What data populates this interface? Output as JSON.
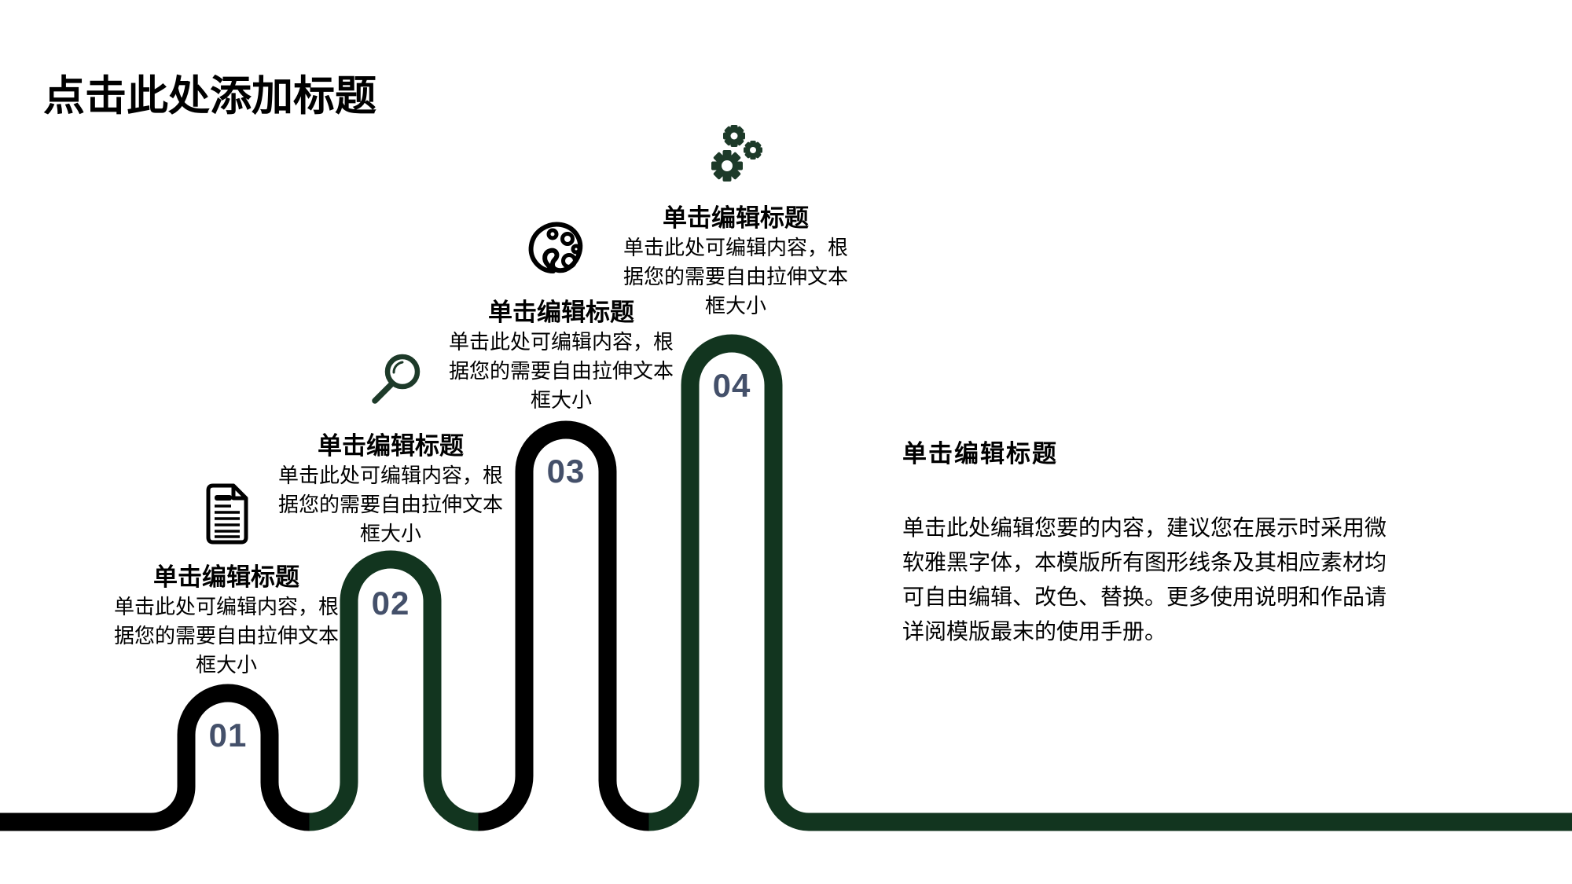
{
  "slide_title": "点击此处添加标题",
  "steps": [
    {
      "number": "01",
      "title": "单击编辑标题",
      "body": "单击此处可编辑内容，根\n据您的需要自由拉伸文本\n框大小",
      "icon": "document-icon"
    },
    {
      "number": "02",
      "title": "单击编辑标题",
      "body": "单击此处可编辑内容，根\n据您的需要自由拉伸文本\n框大小",
      "icon": "magnifier-icon"
    },
    {
      "number": "03",
      "title": "单击编辑标题",
      "body": "单击此处可编辑内容，根\n据您的需要自由拉伸文本\n框大小",
      "icon": "palette-icon"
    },
    {
      "number": "04",
      "title": "单击编辑标题",
      "body": "单击此处可编辑内容，根\n据您的需要自由拉伸文本\n框大小",
      "icon": "gears-icon"
    }
  ],
  "side_panel": {
    "title": "单击编辑标题",
    "body": "单击此处编辑您要的内容，建议您在展示时采用微\n软雅黑字体，本模版所有图形线条及其相应素材均\n可自由编辑、改色、替换。更多使用说明和作品请\n详阅模版最末的使用手册。"
  },
  "colors": {
    "path_black": "#000000",
    "path_green": "#12351f",
    "number_slate": "#44506a",
    "icon_green": "#1d3a29",
    "text": "#000000",
    "background": "#ffffff"
  }
}
